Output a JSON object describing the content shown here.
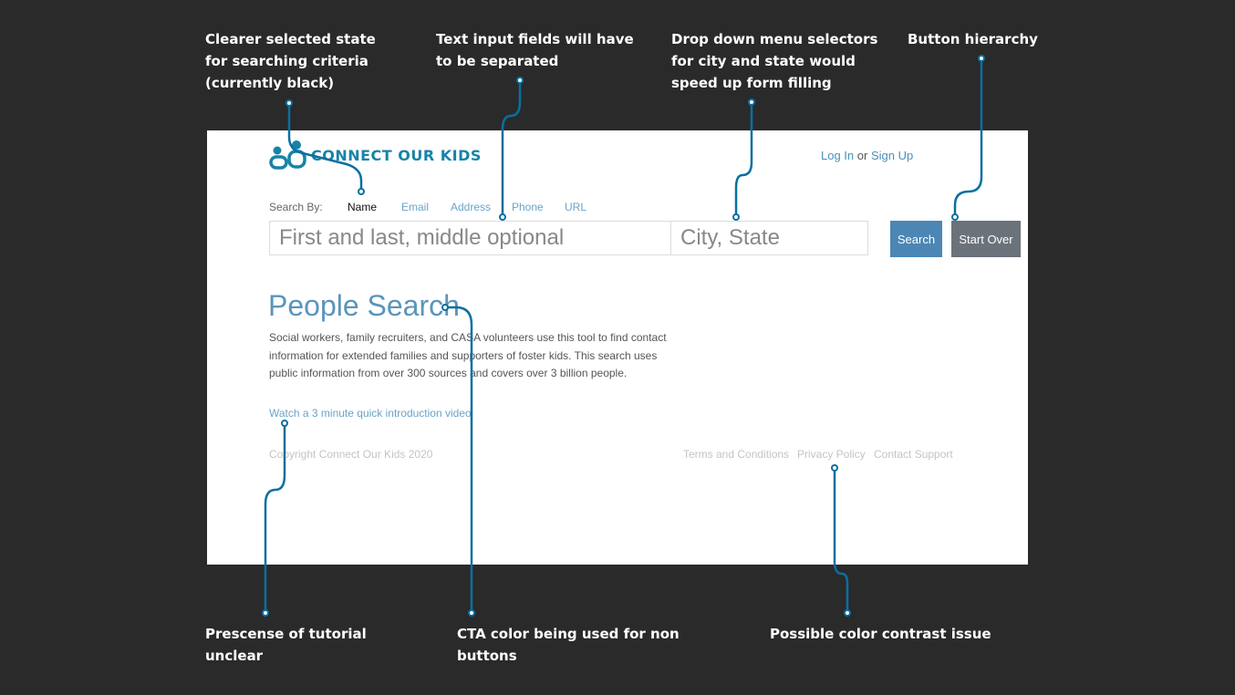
{
  "annotations": {
    "selected_state": [
      "Clearer selected state",
      "for searching criteria",
      "(currently black)"
    ],
    "text_inputs": [
      "Text input fields will have",
      "to be separated"
    ],
    "dropdowns": [
      "Drop down menu selectors",
      "for city and state would",
      "speed up form filling"
    ],
    "button_hierarchy": [
      "Button hierarchy"
    ],
    "tutorial": [
      "Prescense of tutorial",
      "unclear"
    ],
    "cta_color": [
      "CTA color being used for non",
      "buttons"
    ],
    "contrast": [
      "Possible color contrast issue"
    ]
  },
  "header": {
    "logo_text": "CONNECT OUR KIDS",
    "login": "Log In",
    "or": "or",
    "signup": "Sign Up"
  },
  "search": {
    "search_by": "Search By:",
    "tabs": [
      "Name",
      "Email",
      "Address",
      "Phone",
      "URL"
    ],
    "active_tab": "Name",
    "name_placeholder": "First and last, middle optional",
    "location_placeholder": "City, State",
    "search_label": "Search",
    "startover_label": "Start Over"
  },
  "main": {
    "title": "People Search",
    "description_lines": [
      "Social workers, family recruiters, and CASA volunteers use this tool to find contact",
      "information for extended families and supporters of foster kids. This search uses",
      "public information from over 300 sources and covers over 3 billion people."
    ],
    "video_link": "Watch a 3 minute quick introduction video"
  },
  "footer": {
    "copyright": "Copyright Connect Our Kids 2020",
    "links": [
      "Terms and Conditions",
      "Privacy Policy",
      "Contact Support"
    ]
  },
  "colors": {
    "background": "#2a2a2a",
    "brand": "#1783a8",
    "callout": "#0a6fa0",
    "search_button": "#4b86b4",
    "startover_button": "#6c7279"
  }
}
